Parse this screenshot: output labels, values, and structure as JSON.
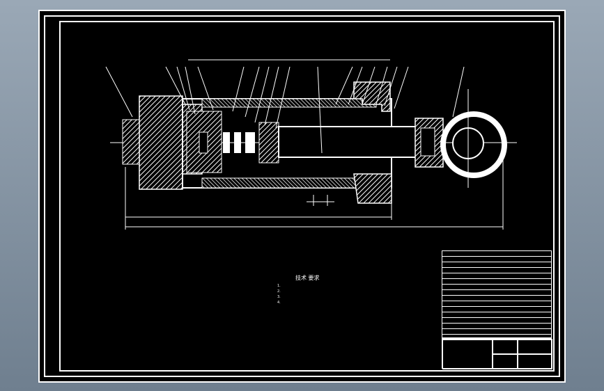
{
  "drawing": {
    "background": "#000000",
    "line_color": "#ffffff"
  },
  "technical_requirements": {
    "heading": "技术 要求",
    "lines": [
      "1.",
      "2.",
      "3.",
      "4."
    ]
  }
}
